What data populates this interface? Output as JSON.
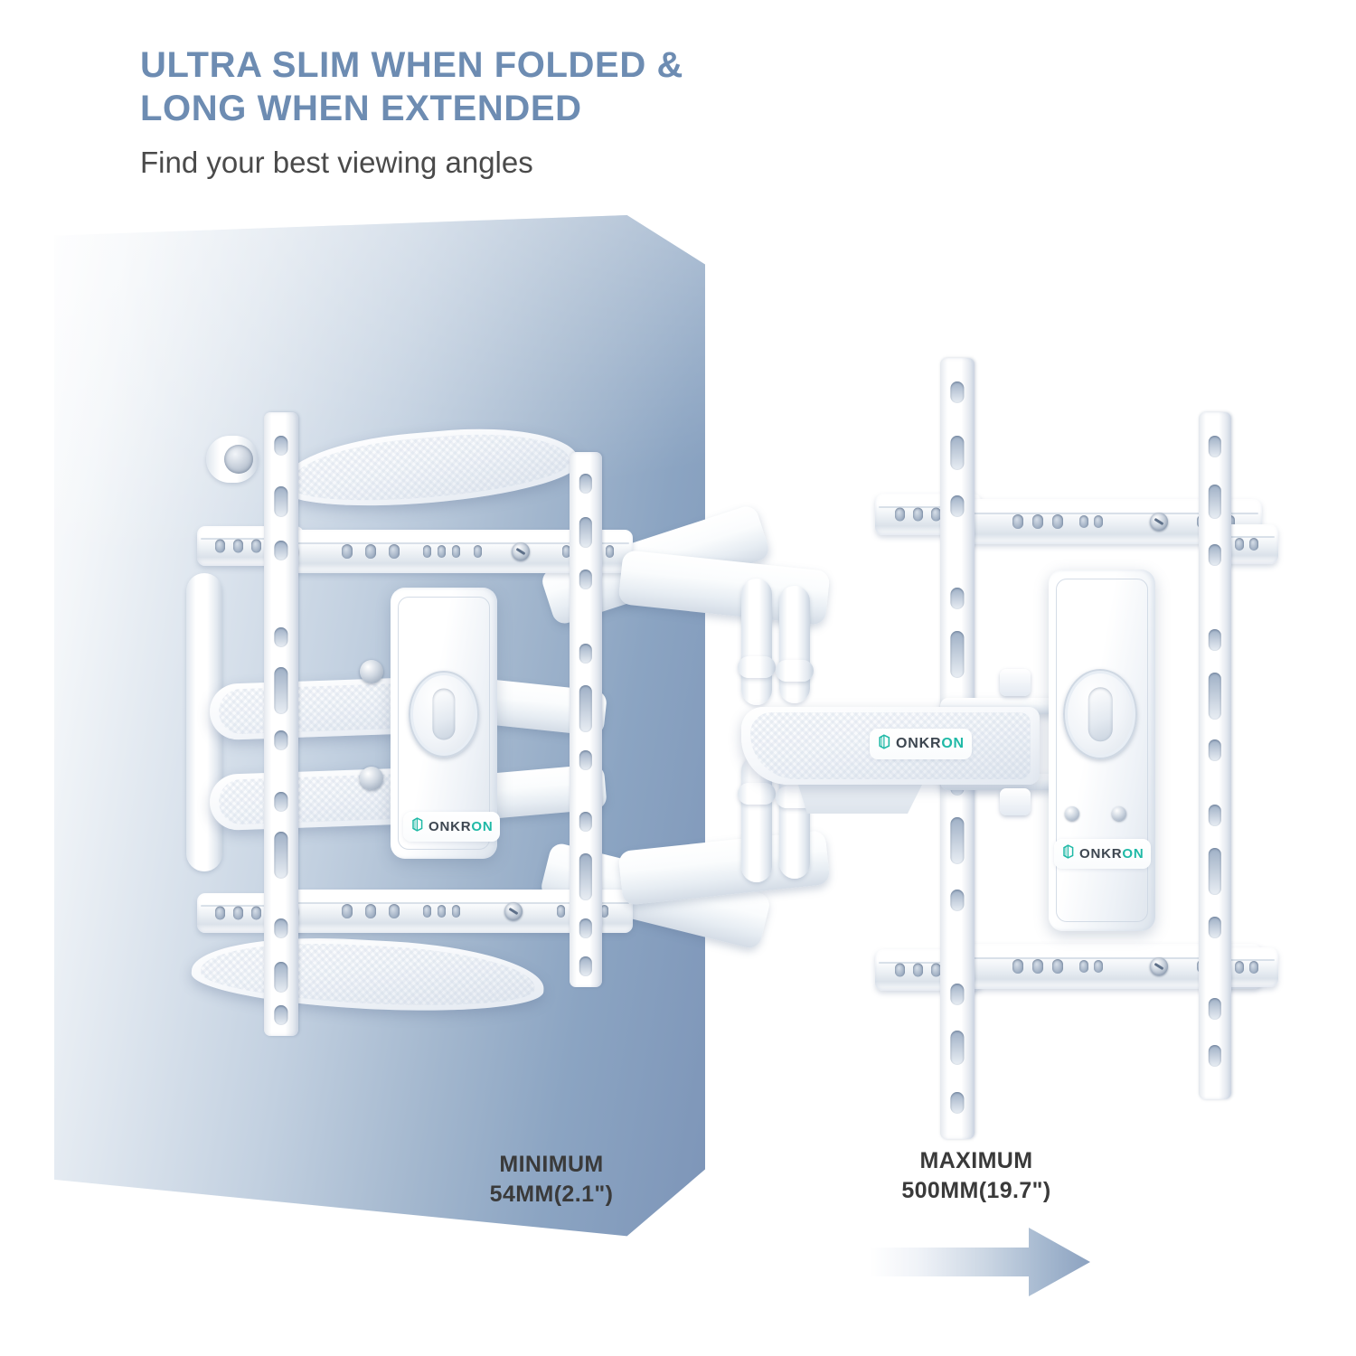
{
  "header": {
    "headline": "ULTRA SLIM WHEN FOLDED &\nLONG WHEN EXTENDED",
    "subheadline": "Find your best viewing angles",
    "headline_color": "#6d8cb2",
    "subheadline_color": "#4a4a4a"
  },
  "scene": {
    "wall_panel_color": "#7d95b8",
    "product_color": "#ffffff"
  },
  "brand": {
    "name": "ONKRON",
    "word_dark": "ONKR",
    "word_accent": "ON",
    "accent_color": "#1fb9a6",
    "dark_color": "#3d4650",
    "logo_icon": "cube-icon"
  },
  "measurements": [
    {
      "id": "minimum",
      "label": "MINIMUM",
      "value": "54MM(2.1\")",
      "caption": "MINIMUM\n54MM(2.1\")"
    },
    {
      "id": "maximum",
      "label": "MAXIMUM",
      "value": "500MM(19.7\")",
      "caption": "MAXIMUM\n500MM(19.7\")"
    }
  ],
  "arrow": {
    "direction": "right",
    "icon": "arrow-right-icon",
    "gradient_from": "#ffffff",
    "gradient_to": "#8ca2c0"
  },
  "badges": [
    {
      "id": "badge-folded-plate"
    },
    {
      "id": "badge-extended-arm"
    },
    {
      "id": "badge-extended-plate"
    }
  ]
}
